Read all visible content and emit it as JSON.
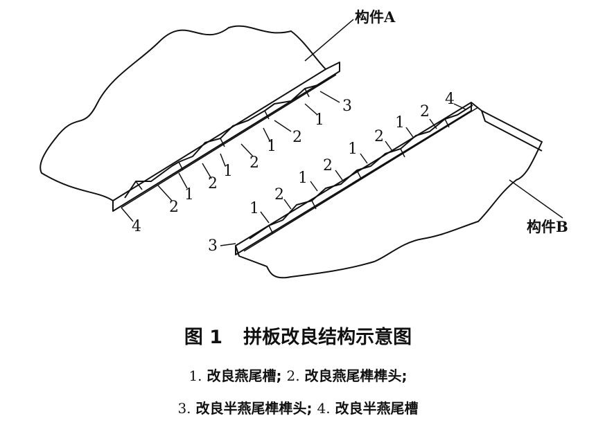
{
  "figure": {
    "component_a": "构件A",
    "component_b": "构件B",
    "markers_a": [
      "3",
      "1",
      "2",
      "1",
      "2",
      "1",
      "2",
      "1",
      "2",
      "4"
    ],
    "markers_b": [
      "4",
      "2",
      "1",
      "2",
      "1",
      "2",
      "1",
      "2",
      "1",
      "3"
    ]
  },
  "caption": {
    "fig_no": "图 1",
    "title": "拼板改良结构示意图",
    "legend": [
      {
        "num": "1.",
        "text": "改良燕尾槽;"
      },
      {
        "num": "2.",
        "text": "改良燕尾榫榫头;"
      },
      {
        "num": "3.",
        "text": "改良半燕尾榫榫头;"
      },
      {
        "num": "4.",
        "text": "改良半燕尾槽"
      }
    ]
  }
}
